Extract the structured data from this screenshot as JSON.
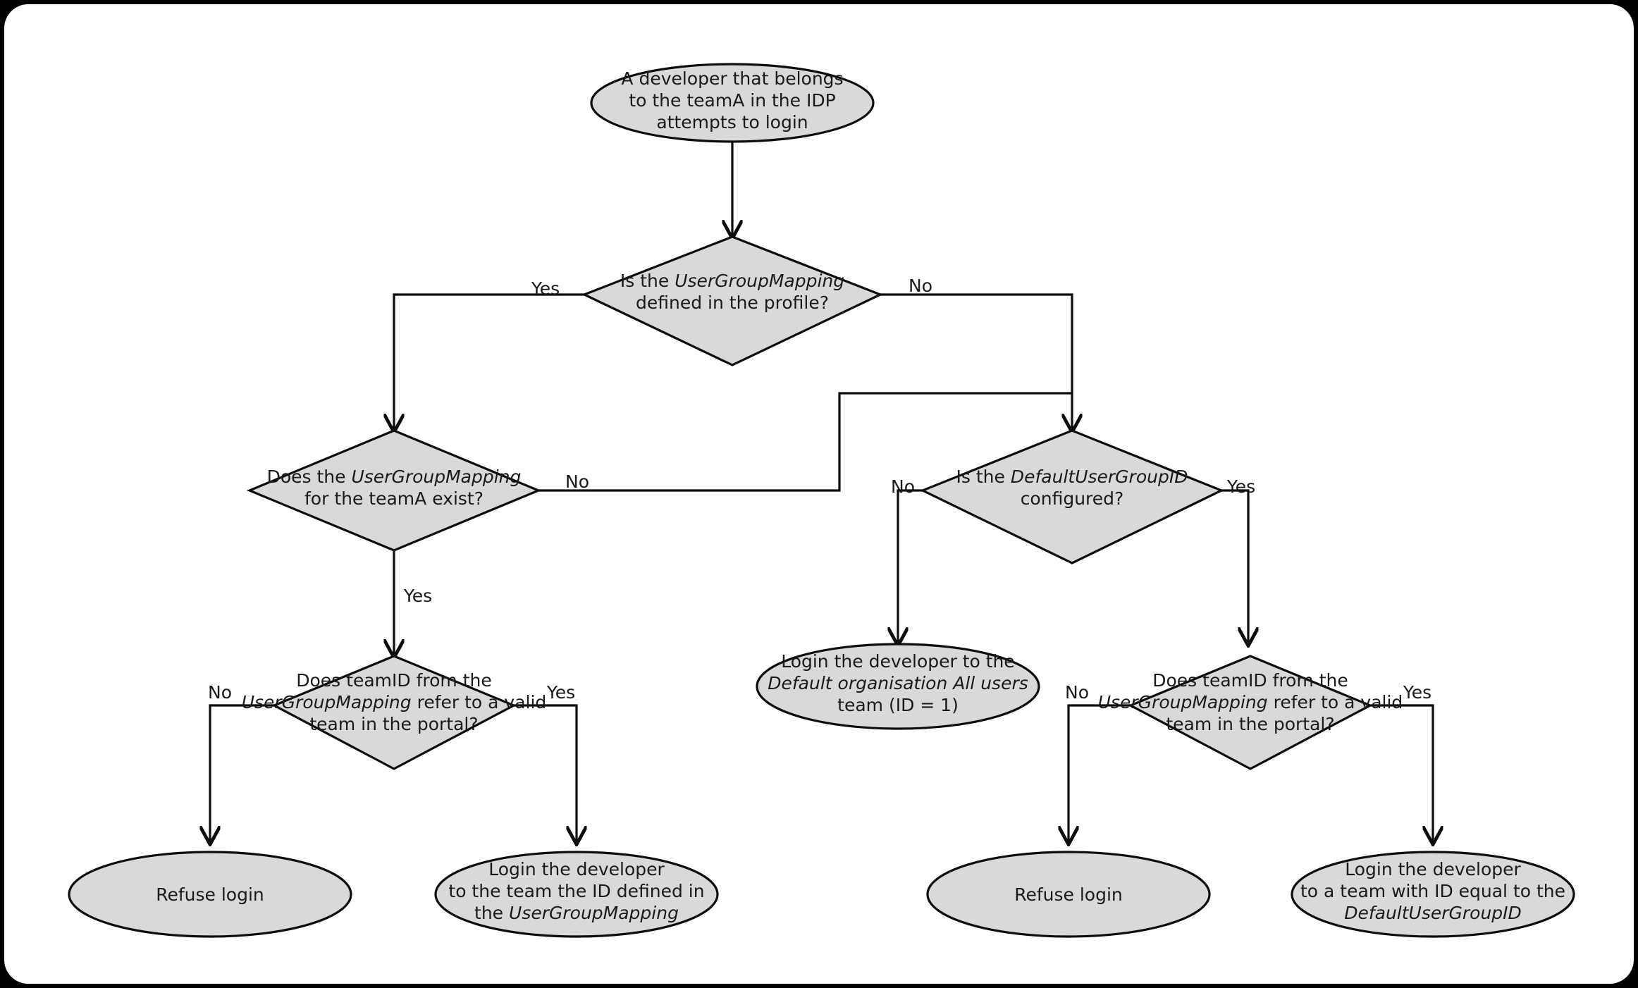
{
  "diagram": {
    "title": "IDP team mapping login decision flow",
    "background_color": "#000000",
    "card_color": "#ffffff",
    "shape_fill": "#d9d9d9",
    "shape_stroke": "#0d0d0d",
    "text_color": "#1a1a1a",
    "type": "flowchart"
  },
  "nodes": {
    "start": {
      "shape": "ellipse",
      "lines": [
        [
          {
            "t": "A developer that belongs",
            "i": false
          }
        ],
        [
          {
            "t": "to the teamA in the IDP",
            "i": false
          }
        ],
        [
          {
            "t": "attempts to login",
            "i": false
          }
        ]
      ]
    },
    "decision_mapping_defined": {
      "shape": "diamond",
      "lines": [
        [
          {
            "t": "Is the ",
            "i": false
          },
          {
            "t": "UserGroupMapping",
            "i": true
          }
        ],
        [
          {
            "t": "defined in the profile?",
            "i": false
          }
        ]
      ]
    },
    "decision_mapping_teama": {
      "shape": "diamond",
      "lines": [
        [
          {
            "t": "Does the ",
            "i": false
          },
          {
            "t": "UserGroupMapping",
            "i": true
          }
        ],
        [
          {
            "t": "for the teamA exist?",
            "i": false
          }
        ]
      ]
    },
    "decision_default_group": {
      "shape": "diamond",
      "lines": [
        [
          {
            "t": "Is the ",
            "i": false
          },
          {
            "t": "DefaultUserGroupID",
            "i": true
          }
        ],
        [
          {
            "t": "configured?",
            "i": false
          }
        ]
      ]
    },
    "decision_valid_team_left": {
      "shape": "diamond",
      "lines": [
        [
          {
            "t": "Does teamID from the",
            "i": false
          }
        ],
        [
          {
            "t": "UserGroupMapping",
            "i": true
          },
          {
            "t": " refer to a valid",
            "i": false
          }
        ],
        [
          {
            "t": "team in the portal?",
            "i": false
          }
        ]
      ]
    },
    "decision_valid_team_right": {
      "shape": "diamond",
      "lines": [
        [
          {
            "t": "Does teamID from the",
            "i": false
          }
        ],
        [
          {
            "t": "UserGroupMapping",
            "i": true
          },
          {
            "t": " refer to a valid",
            "i": false
          }
        ],
        [
          {
            "t": "team in the portal?",
            "i": false
          }
        ]
      ]
    },
    "login_default_org": {
      "shape": "ellipse",
      "lines": [
        [
          {
            "t": "Login the developer to the",
            "i": false
          }
        ],
        [
          {
            "t": "Default organisation All users",
            "i": true
          }
        ],
        [
          {
            "t": "team (ID = 1)",
            "i": false
          }
        ]
      ]
    },
    "refuse_login_left": {
      "shape": "ellipse",
      "lines": [
        [
          {
            "t": "Refuse login",
            "i": false
          }
        ]
      ]
    },
    "login_mapping_team": {
      "shape": "ellipse",
      "lines": [
        [
          {
            "t": "Login the developer",
            "i": false
          }
        ],
        [
          {
            "t": "to the team the ID defined in",
            "i": false
          }
        ],
        [
          {
            "t": "the ",
            "i": false
          },
          {
            "t": "UserGroupMapping",
            "i": true
          }
        ]
      ]
    },
    "refuse_login_right": {
      "shape": "ellipse",
      "lines": [
        [
          {
            "t": "Refuse login",
            "i": false
          }
        ]
      ]
    },
    "login_default_group_team": {
      "shape": "ellipse",
      "lines": [
        [
          {
            "t": "Login the developer",
            "i": false
          }
        ],
        [
          {
            "t": "to a team with ID equal to the",
            "i": false
          }
        ],
        [
          {
            "t": "DefaultUserGroupID",
            "i": true
          }
        ]
      ]
    }
  },
  "edge_labels": {
    "mapping_defined_yes": "Yes",
    "mapping_defined_no": "No",
    "mapping_teama_no": "No",
    "mapping_teama_yes": "Yes",
    "default_group_no": "No",
    "default_group_yes": "Yes",
    "valid_team_left_no": "No",
    "valid_team_left_yes": "Yes",
    "valid_team_right_no": "No",
    "valid_team_right_yes": "Yes"
  }
}
